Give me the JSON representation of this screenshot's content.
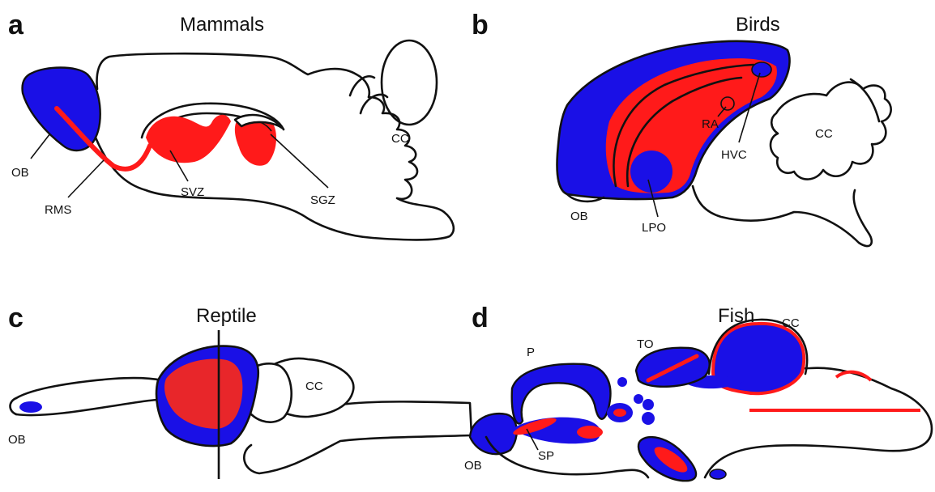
{
  "colors": {
    "red": "#ff1a1a",
    "blue": "#1a10e6",
    "outline": "#111111"
  },
  "panels": {
    "a": {
      "letter": "a",
      "title": "Mammals",
      "labels": {
        "ob": "OB",
        "rms": "RMS",
        "svz": "SVZ",
        "sgz": "SGZ",
        "cc": "CC"
      }
    },
    "b": {
      "letter": "b",
      "title": "Birds",
      "labels": {
        "ra": "RA",
        "hvc": "HVC",
        "cc": "CC",
        "ob": "OB",
        "lpo": "LPO"
      }
    },
    "c": {
      "letter": "c",
      "title": "Reptile",
      "labels": {
        "cc": "CC",
        "ob": "OB"
      }
    },
    "d": {
      "letter": "d",
      "title": "Fish",
      "labels": {
        "p": "P",
        "to": "TO",
        "cc": "CC",
        "ob": "OB",
        "sp": "SP"
      }
    }
  }
}
